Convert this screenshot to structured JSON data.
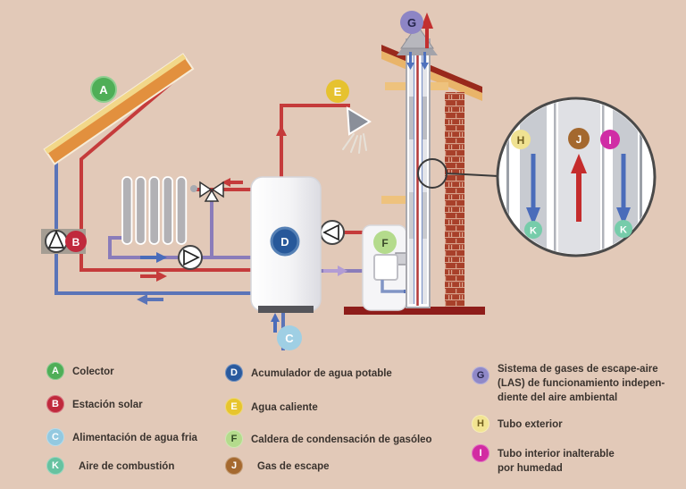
{
  "title": "Esquema de sistema solar térmico con caldera de condensación",
  "letters": {
    "A": "A",
    "B": "B",
    "C": "C",
    "D": "D",
    "E": "E",
    "F": "F",
    "G": "G",
    "H": "H",
    "I": "I",
    "J": "J",
    "K": "K"
  },
  "palette": {
    "background": "#e2c9b8",
    "pipe_hot": "#c53b3b",
    "pipe_cold": "#5a74b8",
    "pipe_return": "#8a7cba",
    "pipe_return_light": "#b29cd4",
    "collector_orange": "#e2903e",
    "collector_stripe": "#f2d789",
    "roof_tan": "#e9b469",
    "shingle_red": "#99291c",
    "brick": "#a8402a",
    "floor_dark_red": "#8e1d1a",
    "badge_A": "#4fae57",
    "badge_B": "#c0293c",
    "badge_C": "#93c9e0",
    "badge_D": "#2a5a9e",
    "badge_E": "#e7c52e",
    "badge_F": "#b4db8c",
    "badge_G": "#9089c8",
    "badge_H": "#f2e492",
    "badge_I": "#d22ba2",
    "badge_J": "#a5692f",
    "badge_K": "#66c2a0"
  },
  "legend": {
    "col1": [
      {
        "letter": "A",
        "label": "Colector"
      },
      {
        "letter": "B",
        "label": "Estación solar"
      },
      {
        "letter": "C",
        "label": "Alimentación de agua fria"
      },
      {
        "letter": "K",
        "label": "Aire de combustión"
      }
    ],
    "col2": [
      {
        "letter": "D",
        "label": "Acumulador de agua potable"
      },
      {
        "letter": "E",
        "label": "Agua caliente"
      },
      {
        "letter": "F",
        "label": "Caldera de condensación de gasóleo"
      },
      {
        "letter": "J",
        "label": "Gas de escape"
      }
    ],
    "col3": [
      {
        "letter": "G",
        "label": "Sistema de gases de escape-aire (LAS) de funcionamiento independiente del aire ambiental",
        "lines": [
          "Sistema de gases de escape-aire",
          "(LAS) de funcionamiento indepen-",
          "diente del aire ambiental"
        ]
      },
      {
        "letter": "H",
        "label": "Tubo exterior",
        "lines": [
          "Tubo exterior"
        ]
      },
      {
        "letter": "I",
        "label": "Tubo interior inalterable por humedad",
        "lines": [
          "Tubo interior inalterable",
          "por humedad"
        ]
      }
    ]
  }
}
